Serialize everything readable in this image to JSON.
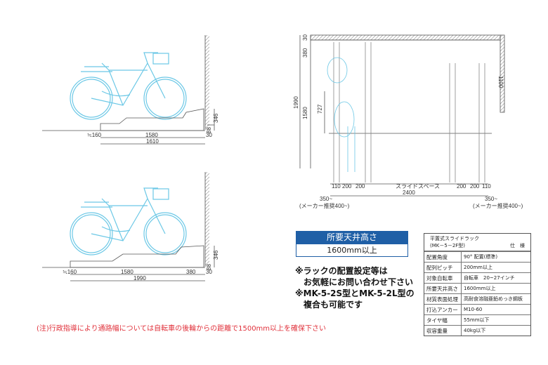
{
  "side_view_top": {
    "dims": {
      "height": "346",
      "base": "88",
      "front": "≒160",
      "length": "1580",
      "gap": "30",
      "total": "1610"
    }
  },
  "side_view_bottom": {
    "dims": {
      "height": "346",
      "base": "88",
      "front": "≒160",
      "length": "1580",
      "extra": "380",
      "gap": "30",
      "total": "1990"
    }
  },
  "plan_view": {
    "dims": {
      "top": "30",
      "upper": "380",
      "overall": "1990",
      "rack": "1580",
      "wheel": "727",
      "right": "1100",
      "bottom": [
        "110",
        "200",
        "200",
        "スライドスペース",
        "200",
        "200",
        "110"
      ],
      "width": "2400",
      "left_clear": "350~",
      "left_note": "(メーカー推奨400~)",
      "right_clear": "350~",
      "right_note": "(メーカー推奨400~)"
    }
  },
  "ceiling": {
    "title": "所要天井高さ",
    "value": "1600mm以上"
  },
  "notes": [
    "※ラックの配置設定等は",
    "　お気軽にお問い合わせ下さい",
    "※MK-5-2S型とMK-5-2L型の",
    "　複合も可能です"
  ],
  "warning": "(注)行政指導により通路幅については自転車の後輪からの距離で1500mm以上を確保下さい",
  "spec": {
    "title1": "平置式スライドラック",
    "title2": "(MK－5－2F型)",
    "title3": "仕　様",
    "rows": [
      [
        "配置角度",
        "90° 配置(標準)"
      ],
      [
        "配列ピッチ",
        "200mm以上"
      ],
      [
        "対象自転車",
        "自転車　20~27インチ"
      ],
      [
        "所要天井高さ",
        "1600mm以上"
      ],
      [
        "材質表面処理",
        "高耐食溶融亜鉛めっき鋼板"
      ],
      [
        "打込アンカー",
        "M10-60"
      ],
      [
        "タイヤ幅",
        "55mm以下"
      ],
      [
        "収容重量",
        "40kg以下"
      ]
    ]
  },
  "colors": {
    "bike": "#6cc8e6",
    "accent": "#1f5fa6",
    "warning": "#e0303a"
  }
}
